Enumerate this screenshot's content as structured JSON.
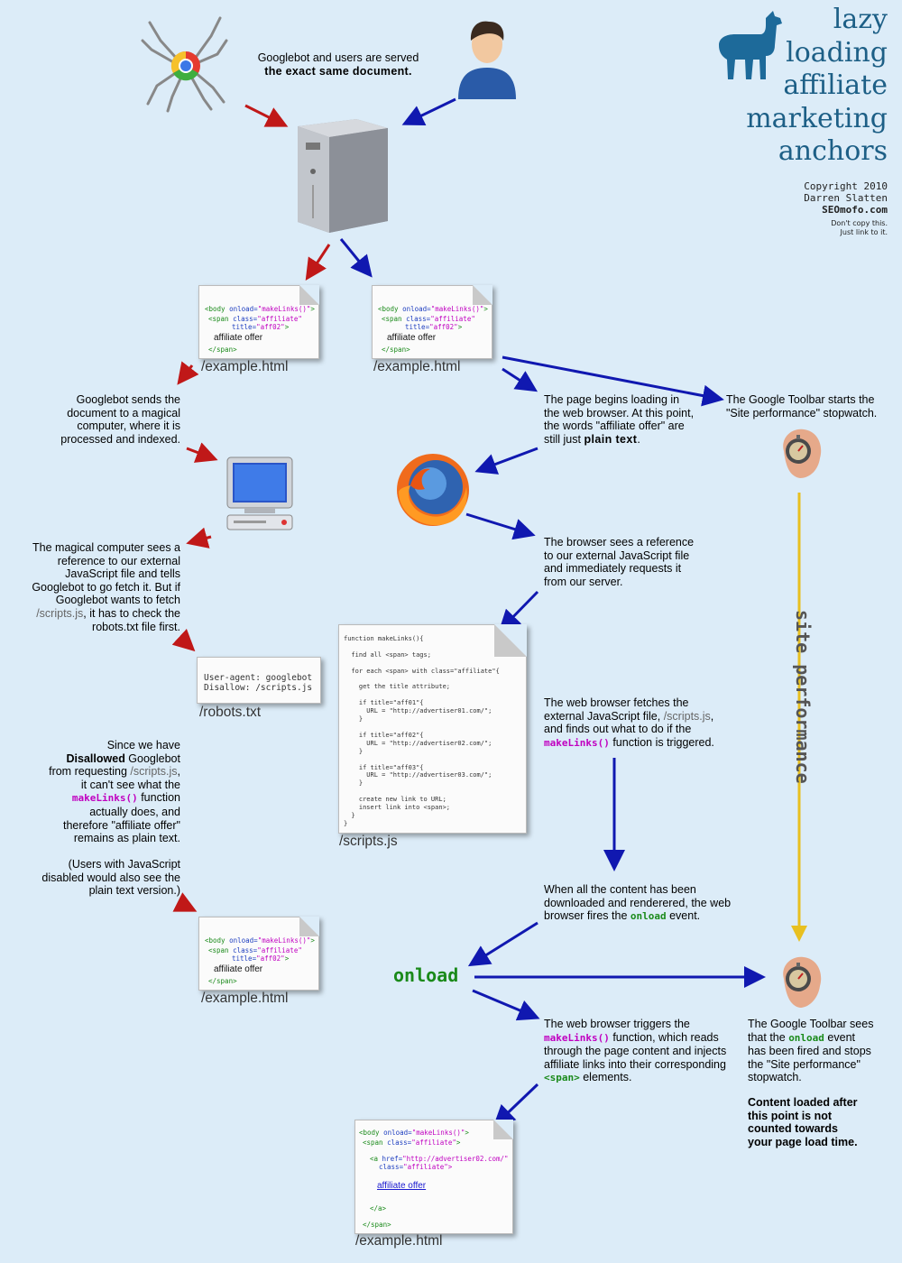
{
  "title": {
    "lines": [
      "lazy",
      "loading",
      "affiliate",
      "marketing",
      "anchors"
    ]
  },
  "credits": {
    "line1": "Copyright 2010",
    "line2": "Darren Slatten",
    "line3": "SEOmofo.com",
    "note1": "Don't copy this.",
    "note2": "Just link to it."
  },
  "top_note": {
    "line1": "Googlebot and users are served",
    "line2": "the exact same document."
  },
  "files": {
    "example": "/example.html",
    "robots": "/robots.txt",
    "scripts": "/scripts.js"
  },
  "code_doc": {
    "body_open": "<body onload=\"makeLinks()\">",
    "body_tag": "<body",
    "onload_attr": "onload=",
    "onload_val": "\"makeLinks()\"",
    "span_tag": "<span",
    "class_attr": "class=",
    "class_val": "\"affiliate\"",
    "title_attr": "title=",
    "title_val": "\"aff02\"",
    "close_bracket": ">",
    "body_text": "affiliate offer",
    "span_close": "</span>"
  },
  "final_doc": {
    "a_tag": "<a",
    "href_attr": "href=",
    "href_val": "\"http://advertiser02.com/\"",
    "a_class_attr": "class=",
    "a_class_val": "\"affiliate\">",
    "link_text": "affiliate offer",
    "a_close": "</a>"
  },
  "robots_doc": {
    "line1": "User-agent: googlebot",
    "line2": "Disallow: /scripts.js"
  },
  "script_doc": {
    "lines": [
      "function makeLinks(){",
      "",
      "  find all <span> tags;",
      "",
      "  for each <span> with class=\"affiliate\"{",
      "",
      "    get the title attribute;",
      "",
      "    if title=\"aff01\"{",
      "      URL = \"http://advertiser01.com/\";",
      "    }",
      "",
      "    if title=\"aff02\"{",
      "      URL = \"http://advertiser02.com/\";",
      "    }",
      "",
      "    if title=\"aff03\"{",
      "      URL = \"http://advertiser03.com/\";",
      "    }",
      "",
      "    create new link to URL;",
      "    insert link into <span>;",
      "  }",
      "}"
    ]
  },
  "left": {
    "sends": [
      "Googlebot sends the",
      "document to a magical",
      "computer, where it is",
      "processed and indexed."
    ],
    "magical": [
      "The magical computer sees a",
      "reference to our external",
      "JavaScript file and tells",
      "Googlebot to go fetch it. But if",
      "Googlebot wants to fetch"
    ],
    "magical_path": "/scripts.js",
    "magical_after": ", it has to check the",
    "magical_last": "robots.txt file first.",
    "since1": "Since we have",
    "since2a": "Disallowed",
    "since2b": " Googlebot",
    "since3a": "from requesting ",
    "since3b": "/scripts.js",
    "since3c": ",",
    "since4": "it can't see what the",
    "since5a": "makeLinks()",
    "since5b": " function",
    "since6": "actually does, and",
    "since7": "therefore \"affiliate offer\"",
    "since8": "remains as plain text.",
    "users": [
      "(Users with JavaScript",
      "disabled would also see the",
      "plain text version.)"
    ]
  },
  "right": {
    "page_begins": {
      "l1": "The page begins loading in",
      "l2": "the web browser. At this point,",
      "l3": "the words \"affiliate offer\" are",
      "l4a": "still just ",
      "l4b": "plain text",
      "l4c": "."
    },
    "toolbar_start": {
      "l1": "The Google Toolbar starts the",
      "l2": "\"Site performance\" stopwatch."
    },
    "browser_sees": [
      "The browser sees a reference",
      "to our external JavaScript file",
      "and immediately requests it",
      "from our server."
    ],
    "fetches": {
      "l1": "The web browser fetches the",
      "l2a": "external JavaScript file, ",
      "l2b": "/scripts.js",
      "l2c": ",",
      "l3": "and finds out what to do if the",
      "l4a": "makeLinks()",
      "l4b": " function is triggered."
    },
    "loaded": {
      "l1": "When all the content has been",
      "l2": "downloaded and renderered, the web",
      "l3a": "browser fires the ",
      "l3b": "onload",
      "l3c": " event."
    },
    "triggers": {
      "l1": "The web browser triggers the",
      "l2a": "makeLinks()",
      "l2b": " function, which reads",
      "l3": "through the page content and injects",
      "l4": "affiliate links into their corresponding",
      "l5a": "<span>",
      "l5b": " elements."
    },
    "toolbar_sees": {
      "l1": "The Google Toolbar sees",
      "l2a": "that the ",
      "l2b": "onload",
      "l2c": " event",
      "l3": "has been fired and stops",
      "l4": "the \"Site performance\"",
      "l5": "stopwatch."
    },
    "content_loaded": [
      "Content loaded after",
      "this point is not",
      "counted towards",
      "your page load time."
    ]
  },
  "onload_big": "onload",
  "site_performance": "site performance",
  "icons": [
    "googlebot-spider-icon",
    "user-icon",
    "server-icon",
    "computer-icon",
    "firefox-icon",
    "stopwatch-icon",
    "llama-logo"
  ],
  "colors": {
    "red_arrow": "#c01818",
    "blue_arrow": "#1018b0",
    "yellow_bar": "#e8c020",
    "title": "#1d5f86",
    "background": "#dcecf8"
  }
}
